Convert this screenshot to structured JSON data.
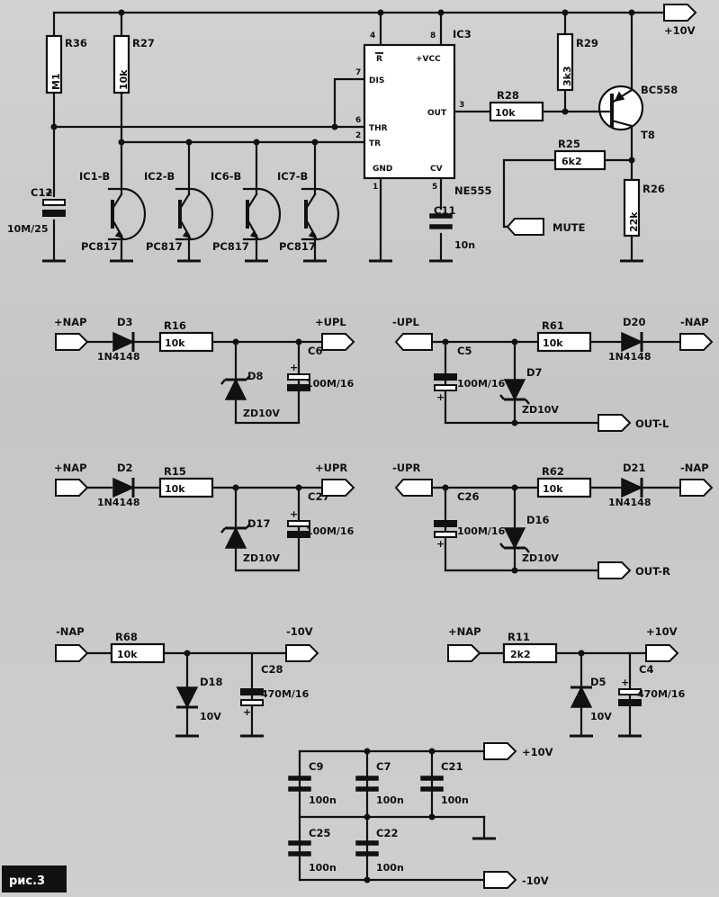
{
  "figure_label": "рис.3",
  "ic": {
    "name": "IC3",
    "part": "NE555",
    "pins": {
      "reset": "R",
      "vcc": "+VCC",
      "dis": "DIS",
      "thr": "THR",
      "tr": "TR",
      "out": "OUT",
      "gnd": "GND",
      "cv": "CV"
    },
    "pin_numbers": {
      "n4": "4",
      "n8": "8",
      "n7": "7",
      "n6": "6",
      "n2": "2",
      "n3": "3",
      "n1": "1",
      "n5": "5"
    }
  },
  "transistor": {
    "name": "T8",
    "part": "BC558"
  },
  "resistors": [
    {
      "name": "R36",
      "value": "M1"
    },
    {
      "name": "R27",
      "value": "10k"
    },
    {
      "name": "R29",
      "value": "3k3"
    },
    {
      "name": "R28",
      "value": "10k"
    },
    {
      "name": "R25",
      "value": "6k2"
    },
    {
      "name": "R26",
      "value": "22k"
    },
    {
      "name": "R16",
      "value": "10k"
    },
    {
      "name": "R61",
      "value": "10k"
    },
    {
      "name": "R15",
      "value": "10k"
    },
    {
      "name": "R62",
      "value": "10k"
    },
    {
      "name": "R68",
      "value": "10k"
    },
    {
      "name": "R11",
      "value": "2k2"
    }
  ],
  "capacitors": [
    {
      "name": "C12",
      "value": "10M/25"
    },
    {
      "name": "C11",
      "value": "10n"
    },
    {
      "name": "C6",
      "value": "100M/16"
    },
    {
      "name": "C5",
      "value": "100M/16"
    },
    {
      "name": "C27",
      "value": "100M/16"
    },
    {
      "name": "C26",
      "value": "100M/16"
    },
    {
      "name": "C28",
      "value": "470M/16"
    },
    {
      "name": "C4",
      "value": "470M/16"
    },
    {
      "name": "C9",
      "value": "100n"
    },
    {
      "name": "C7",
      "value": "100n"
    },
    {
      "name": "C21",
      "value": "100n"
    },
    {
      "name": "C25",
      "value": "100n"
    },
    {
      "name": "C22",
      "value": "100n"
    }
  ],
  "diodes": [
    {
      "name": "D3",
      "value": "1N4148"
    },
    {
      "name": "D8",
      "value": "ZD10V"
    },
    {
      "name": "D7",
      "value": "ZD10V"
    },
    {
      "name": "D20",
      "value": "1N4148"
    },
    {
      "name": "D2",
      "value": "1N4148"
    },
    {
      "name": "D17",
      "value": "ZD10V"
    },
    {
      "name": "D16",
      "value": "ZD10V"
    },
    {
      "name": "D21",
      "value": "1N4148"
    },
    {
      "name": "D18",
      "value": "10V"
    },
    {
      "name": "D5",
      "value": "10V"
    }
  ],
  "optos": [
    {
      "name": "IC1-B",
      "value": "PC817"
    },
    {
      "name": "IC2-B",
      "value": "PC817"
    },
    {
      "name": "IC6-B",
      "value": "PC817"
    },
    {
      "name": "IC7-B",
      "value": "PC817"
    }
  ],
  "nets": {
    "p10v_top": "+10V",
    "mute": "MUTE",
    "nap1": "+NAP",
    "upl": "+UPL",
    "mupl": "-UPL",
    "mnap1": "-NAP",
    "outl": "OUT-L",
    "nap2": "+NAP",
    "upr": "+UPR",
    "mupr": "-UPR",
    "mnap2": "-NAP",
    "outr": "OUT-R",
    "mnap3": "-NAP",
    "m10v": "-10V",
    "nap3": "+NAP",
    "p10v_mid": "+10V",
    "p10v_bot": "+10V",
    "m10v_bot": "-10V"
  },
  "plus_sign": "+"
}
